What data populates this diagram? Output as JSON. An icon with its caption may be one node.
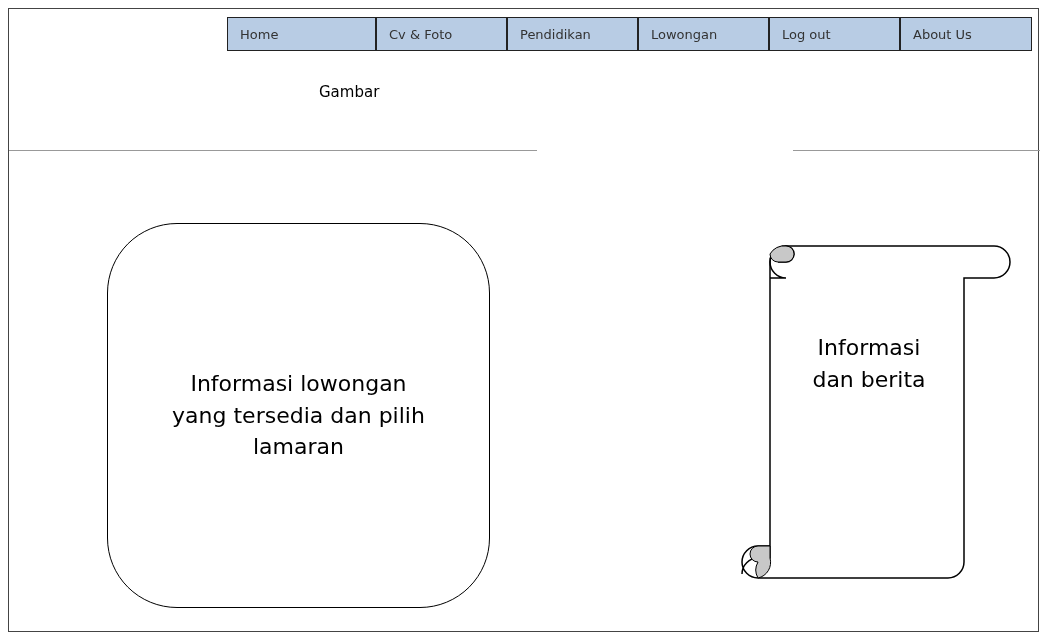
{
  "diagram": {
    "nodes": [
      {
        "text": [],
        "shape": "box"
      },
      {
        "text": [
          "Home"
        ],
        "in": 0
      },
      {
        "text": [
          "Cv & Foto"
        ],
        "in": 0
      },
      {
        "text": [
          "Pendidikan"
        ],
        "in": 0
      },
      {
        "text": [
          "Lowongan"
        ],
        "in": 0
      },
      {
        "text": [
          "Log out"
        ],
        "in": 0
      },
      {
        "text": [
          "About Us"
        ],
        "in": 0
      },
      {
        "text": [
          "Informasi lowongan yang tersedia dan  pilih lamaran"
        ],
        "in": 0
      },
      {
        "text": [
          "Informasi dan berita"
        ],
        "in": 0
      }
    ],
    "edges": [],
    "labels": [
      "Gambar"
    ]
  }
}
